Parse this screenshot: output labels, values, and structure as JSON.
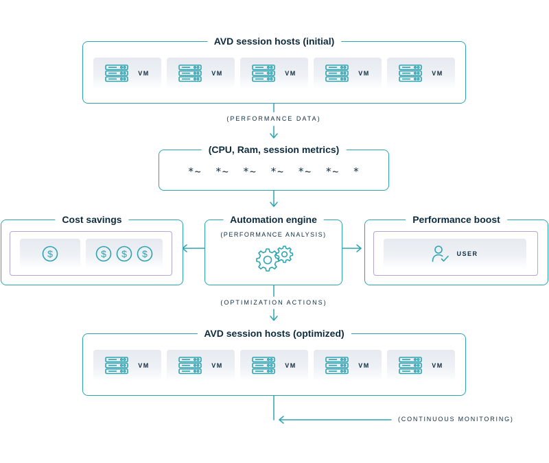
{
  "colors": {
    "accent": "#2ea3b0",
    "text": "#0d2b3e",
    "purple_border": "#b3a6cf",
    "tile_bg": "#e6eaf0"
  },
  "initial_hosts": {
    "title": "AVD session hosts (initial)",
    "vms": [
      {
        "label": "VM",
        "icon": "server-icon"
      },
      {
        "label": "VM",
        "icon": "server-icon"
      },
      {
        "label": "VM",
        "icon": "server-icon"
      },
      {
        "label": "VM",
        "icon": "server-icon"
      },
      {
        "label": "VM",
        "icon": "server-icon"
      }
    ]
  },
  "performance_data_label": "(PERFORMANCE DATA)",
  "metrics": {
    "title": "(CPU, Ram, session metrics)",
    "line": "*~  *~  *~  *~  *~  *~  *"
  },
  "cost_savings": {
    "title": "Cost savings",
    "icon": "dollar-coin-icon"
  },
  "automation_engine": {
    "title": "Automation engine",
    "subtitle": "(PERFORMANCE ANALYSIS)",
    "icon": "gears-icon"
  },
  "performance_boost": {
    "title": "Performance boost",
    "user_label": "USER",
    "icon": "user-check-icon"
  },
  "optimization_actions_label": "(OPTIMIZATION ACTIONS)",
  "optimized_hosts": {
    "title": "AVD session hosts (optimized)",
    "vms": [
      {
        "label": "VM",
        "icon": "server-icon"
      },
      {
        "label": "VM",
        "icon": "server-icon"
      },
      {
        "label": "VM",
        "icon": "server-icon"
      },
      {
        "label": "VM",
        "icon": "server-icon"
      },
      {
        "label": "VM",
        "icon": "server-icon"
      }
    ]
  },
  "continuous_monitoring_label": "(CONTINUOUS MONITORING)"
}
